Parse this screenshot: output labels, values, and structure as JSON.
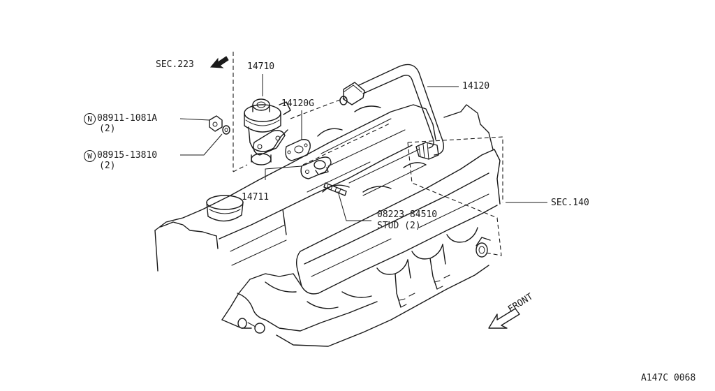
{
  "labels": {
    "sec223": "SEC.223",
    "p14710": "14710",
    "p14120": "14120",
    "p14120g": "14120G",
    "nut": {
      "symbol": "N",
      "part": "08911-1081A",
      "qty": "(2)"
    },
    "washer": {
      "symbol": "W",
      "part": "08915-13810",
      "qty": "(2)"
    },
    "p14711": "14711",
    "stud": {
      "part": "08223-84510",
      "desc": "STUD (2)"
    },
    "sec140": "SEC.140",
    "front": "FRONT",
    "code": "A147C 0068"
  },
  "colors": {
    "ink": "#1a1a1a",
    "background": "#ffffff"
  },
  "icons": [
    "arrow-sec223-icon",
    "front-arrow-icon",
    "nut-n-icon",
    "washer-w-icon"
  ]
}
